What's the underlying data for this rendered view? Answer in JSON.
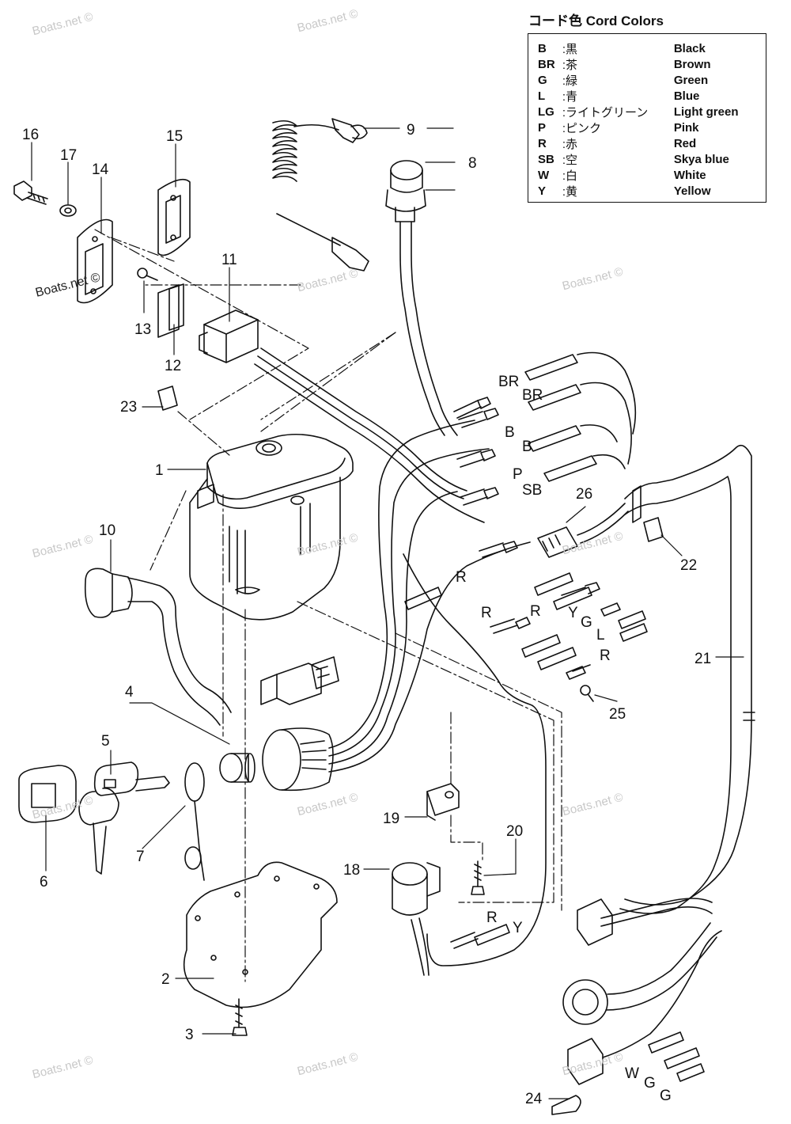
{
  "legend": {
    "title": "コード色 Cord Colors",
    "rows": [
      {
        "code": "B",
        "jp": ":黒",
        "en": "Black"
      },
      {
        "code": "BR",
        "jp": ":茶",
        "en": "Brown"
      },
      {
        "code": "G",
        "jp": ":緑",
        "en": "Green"
      },
      {
        "code": "L",
        "jp": ":青",
        "en": "Blue"
      },
      {
        "code": "LG",
        "jp": ":ライトグリーン",
        "en": "Light green"
      },
      {
        "code": "P",
        "jp": ":ピンク",
        "en": "Pink"
      },
      {
        "code": "R",
        "jp": ":赤",
        "en": "Red"
      },
      {
        "code": "SB",
        "jp": ":空",
        "en": "Skya blue"
      },
      {
        "code": "W",
        "jp": ":白",
        "en": "White"
      },
      {
        "code": "Y",
        "jp": ":黄",
        "en": "Yellow"
      }
    ]
  },
  "watermark": "Boats.net ©",
  "part_numbers": [
    "1",
    "2",
    "3",
    "4",
    "5",
    "6",
    "7",
    "8",
    "9",
    "10",
    "11",
    "12",
    "13",
    "14",
    "15",
    "16",
    "17",
    "18",
    "19",
    "20",
    "21",
    "22",
    "23",
    "24",
    "25",
    "26"
  ],
  "wire_labels": [
    "BR",
    "BR",
    "B",
    "B",
    "P",
    "SB",
    "R",
    "R",
    "R",
    "Y",
    "G",
    "L",
    "R",
    "R",
    "Y",
    "W",
    "G",
    "G"
  ]
}
